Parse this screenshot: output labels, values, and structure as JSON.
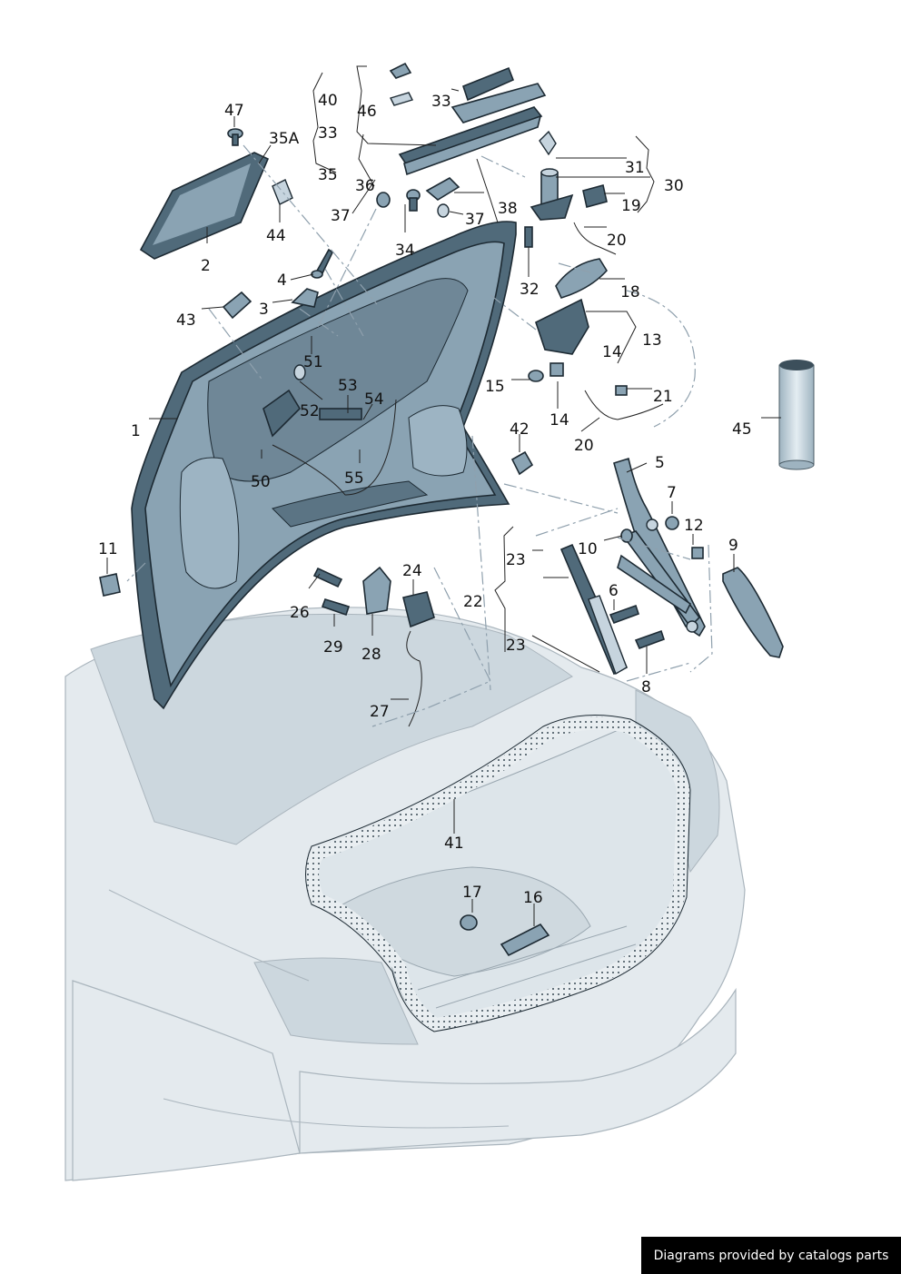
{
  "diagram": {
    "labels": [
      "1",
      "2",
      "3",
      "4",
      "5",
      "6",
      "7",
      "8",
      "9",
      "10",
      "11",
      "12",
      "13",
      "14",
      "14",
      "15",
      "16",
      "17",
      "18",
      "19",
      "20",
      "20",
      "21",
      "22",
      "23",
      "23",
      "24",
      "26",
      "27",
      "28",
      "29",
      "30",
      "31",
      "32",
      "33",
      "33",
      "34",
      "35",
      "35A",
      "36",
      "37",
      "37",
      "38",
      "40",
      "41",
      "42",
      "43",
      "44",
      "45",
      "46",
      "47",
      "50",
      "51",
      "52",
      "53",
      "54",
      "55"
    ]
  },
  "footer": {
    "credit": "Diagrams provided by catalogs parts"
  }
}
